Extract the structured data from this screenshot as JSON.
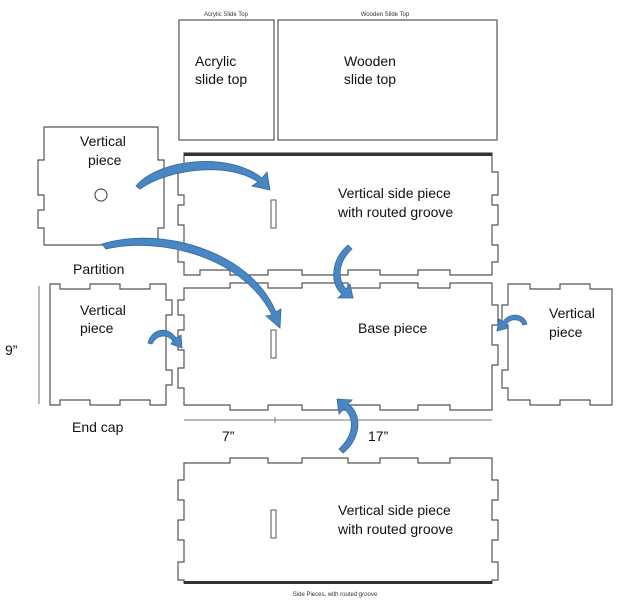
{
  "labels": {
    "acrylic_caption": "Acrylic Slide Top",
    "wooden_caption": "Wooden Slide Top",
    "acrylic_line1": "Acrylic",
    "acrylic_line2": "slide top",
    "wooden_line1": "Wooden",
    "wooden_line2": "slide top",
    "vertical_line1": "Vertical",
    "vertical_line2": "piece",
    "partition": "Partition",
    "side_line1": "Vertical side piece",
    "side_line2": "with routed groove",
    "base": "Base piece",
    "end_cap": "End cap",
    "dim_height": "9”",
    "dim_width_small": "7”",
    "dim_width_large": "17”",
    "bottom_caption": "Side Pieces, with routed groove"
  },
  "colors": {
    "arrow": "#4a86c2",
    "outline": "#555555",
    "groove": "#333333"
  }
}
